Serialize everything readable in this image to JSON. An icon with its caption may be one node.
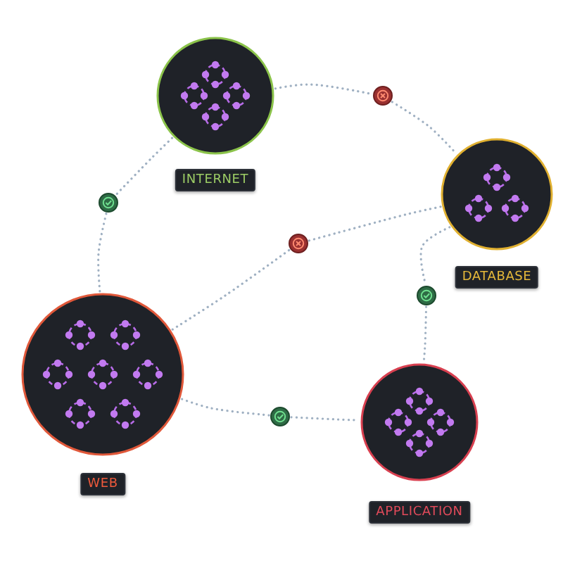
{
  "diagram": {
    "nodes": [
      {
        "text": [
          "INTERNET"
        ]
      },
      {
        "text": [
          "DATABASE"
        ]
      },
      {
        "text": [
          "WEB"
        ]
      },
      {
        "text": [
          "APPLICATION"
        ]
      },
      {
        "text": [],
        "shape": "circle"
      },
      {
        "text": [],
        "shape": "circle"
      },
      {
        "text": [],
        "shape": "circle"
      },
      {
        "text": [],
        "shape": "circle"
      },
      {
        "text": [],
        "shape": "circle"
      }
    ],
    "edges": [
      {
        "from": 0,
        "to": 4,
        "arrow": "none"
      },
      {
        "from": 4,
        "to": 2,
        "arrow": "none"
      },
      {
        "from": 2,
        "to": 5,
        "arrow": "none"
      },
      {
        "from": 5,
        "to": 3,
        "arrow": "none"
      },
      {
        "from": 2,
        "to": 6,
        "arrow": "none"
      },
      {
        "from": 6,
        "to": 1,
        "arrow": "none"
      },
      {
        "from": 0,
        "to": 7,
        "arrow": "none"
      },
      {
        "from": 7,
        "to": 1,
        "arrow": "none"
      },
      {
        "from": 1,
        "to": 8,
        "arrow": "none"
      },
      {
        "from": 8,
        "to": 3,
        "arrow": "none"
      }
    ]
  }
}
